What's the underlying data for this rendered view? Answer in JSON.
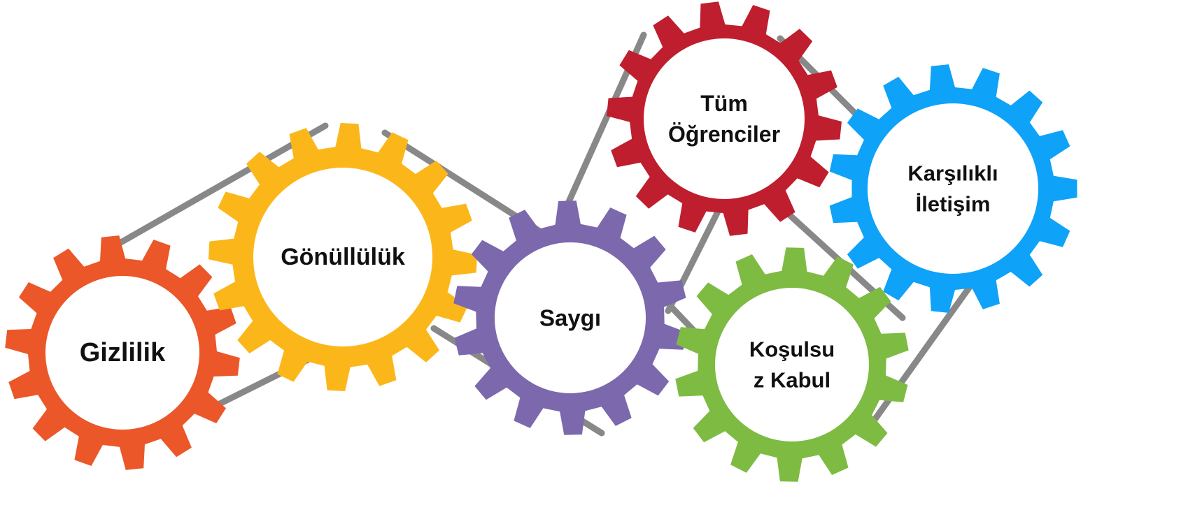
{
  "gears": [
    {
      "id": "gizlilik",
      "lines": [
        "Gizlilik"
      ],
      "color": "#EB5729"
    },
    {
      "id": "gonulluluk",
      "lines": [
        "Gönüllülük"
      ],
      "color": "#FBB71A"
    },
    {
      "id": "saygi",
      "lines": [
        "Saygı"
      ],
      "color": "#7C68AD"
    },
    {
      "id": "tum-ogrenciler",
      "lines": [
        "Tüm",
        "Öğrenciler"
      ],
      "color": "#BE1E2D"
    },
    {
      "id": "karsilikli-iletisim",
      "lines": [
        "Karşılıklı",
        "İletişim"
      ],
      "color": "#0EA2F8"
    },
    {
      "id": "kosulsuz-kabul",
      "lines": [
        "Koşulsu",
        "z Kabul"
      ],
      "color": "#7DBB42"
    }
  ],
  "belt_color": "#888888"
}
